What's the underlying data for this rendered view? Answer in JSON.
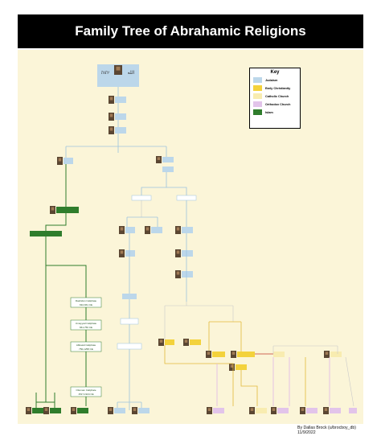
{
  "title": "Family Tree of Abrahamic Religions",
  "colors": {
    "judaism": "#bcd7ea",
    "early_christianity": "#f3d23c",
    "catholic": "#f8ecb0",
    "orthodox": "#e2c4ea",
    "islam": "#2f7d2c",
    "background": "#fbf5d8",
    "title_bg": "#000000",
    "title_fg": "#ffffff"
  },
  "key": {
    "title": "Key",
    "items": [
      {
        "label": "Judaism",
        "color": "#bcd7ea"
      },
      {
        "label": "Early Christianity",
        "color": "#f3d23c"
      },
      {
        "label": "Catholic Church",
        "color": "#f8ecb0"
      },
      {
        "label": "Orthodox Church",
        "color": "#e2c4ea"
      },
      {
        "label": "Islam",
        "color": "#2f7d2c"
      }
    ]
  },
  "root": {
    "hebrew": "יהוה",
    "arabic": "الله"
  },
  "islam_labels": [
    "Rashidun Caliphate\n632-661 CE",
    "Umayyad Caliphate\n661-750 CE",
    "Abbasid Caliphate\n750-1258 CE",
    "Ottoman Caliphate\n1517-1924 CE"
  ],
  "credit": {
    "line1": "By Dallas Brock (u/brocboy_db)",
    "line2": "11/9/2022"
  }
}
